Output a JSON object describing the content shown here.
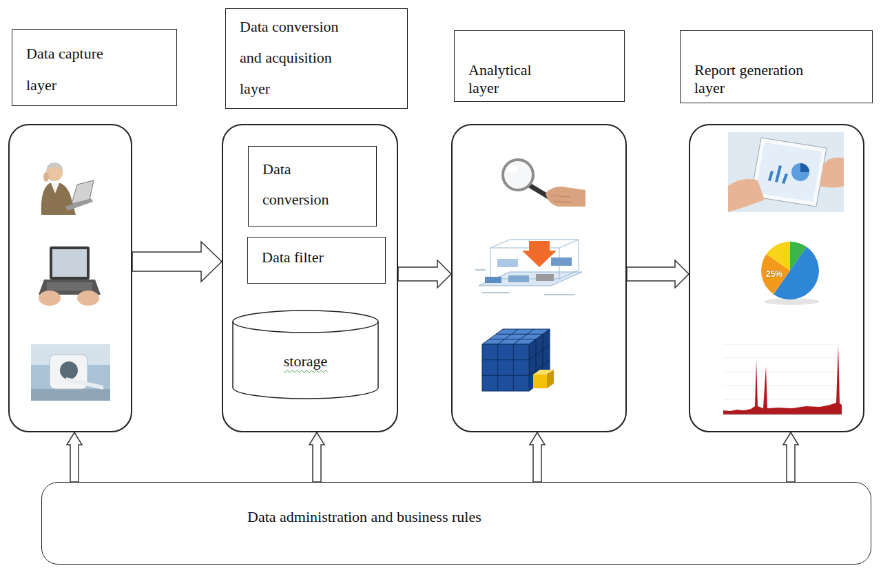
{
  "diagram": {
    "nodes": [
      {
        "text": [
          "Data capture layer"
        ]
      },
      {
        "text": [
          "Data conversion and acquisition layer"
        ]
      },
      {
        "text": [
          "Data conversion"
        ],
        "in": 1
      },
      {
        "text": [
          "Data filter"
        ],
        "in": 1
      },
      {
        "text": [
          "storage"
        ],
        "in": 1
      },
      {
        "text": [
          "Analytical layer"
        ]
      },
      {
        "text": [
          "Report generation layer"
        ]
      },
      {
        "text": [
          "Data administration and business rules"
        ]
      }
    ],
    "edges": [
      {
        "from": 0,
        "to": 1,
        "arrow": "to"
      },
      {
        "from": 1,
        "to": 5,
        "arrow": "to"
      },
      {
        "from": 5,
        "to": 6,
        "arrow": "to"
      },
      {
        "from": 7,
        "to": 0,
        "arrow": "to"
      },
      {
        "from": 7,
        "to": 1,
        "arrow": "to"
      },
      {
        "from": 7,
        "to": 5,
        "arrow": "to"
      },
      {
        "from": 7,
        "to": 6,
        "arrow": "to"
      }
    ],
    "labels": [
      "25%"
    ]
  }
}
